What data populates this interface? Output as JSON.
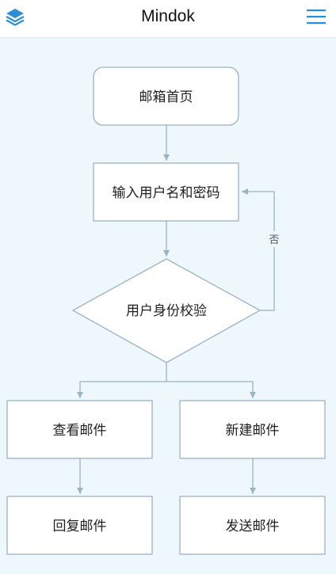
{
  "header": {
    "title": "Mindok",
    "logo_icon": "layers-icon",
    "menu_icon": "hamburger-menu-icon",
    "accent_color": "#2f8ed3"
  },
  "flowchart": {
    "nodes": {
      "mailbox_home": "邮箱首页",
      "enter_credentials": "输入用户名和密码",
      "verify_identity": "用户身份校验",
      "view_mail": "查看邮件",
      "new_mail": "新建邮件",
      "reply_mail": "回复邮件",
      "send_mail": "发送邮件"
    },
    "edges": {
      "no_label": "否"
    },
    "colors": {
      "background": "#eef7fb",
      "node_fill": "#ffffff",
      "node_stroke": "#9bb3c4",
      "connector": "#9bb3c4"
    }
  }
}
